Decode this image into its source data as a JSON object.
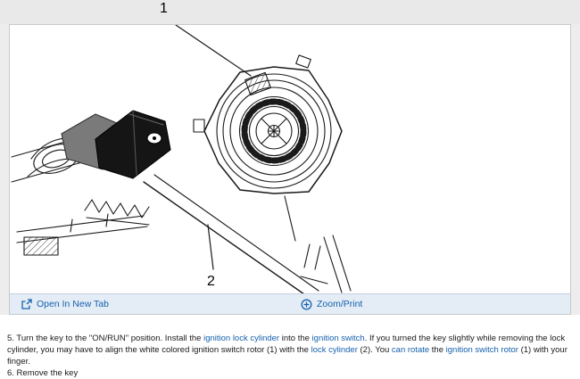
{
  "figure": {
    "callout_1": "1",
    "callout_2": "2"
  },
  "footer": {
    "open_in_new_tab": "Open In New Tab",
    "zoom_print": "Zoom/Print"
  },
  "instructions": {
    "step5_segments": [
      {
        "text": "5. Turn the key to the \"ON/RUN\" position. Install the ",
        "link": false
      },
      {
        "text": "ignition lock cylinder",
        "link": true
      },
      {
        "text": " into the ",
        "link": false
      },
      {
        "text": "ignition switch",
        "link": true
      },
      {
        "text": ". If you turned the key slightly while removing the lock cylinder, you may have to align the white colored ignition switch rotor (1) with the ",
        "link": false
      },
      {
        "text": "lock cylinder",
        "link": true
      },
      {
        "text": " (2). You ",
        "link": false
      },
      {
        "text": "can rotate",
        "link": true
      },
      {
        "text": " the ",
        "link": false
      },
      {
        "text": "ignition switch rotor",
        "link": true
      },
      {
        "text": " (1) with your finger.",
        "link": false
      }
    ],
    "step6": "6. Remove the key"
  },
  "colors": {
    "link": "#1661ad"
  }
}
